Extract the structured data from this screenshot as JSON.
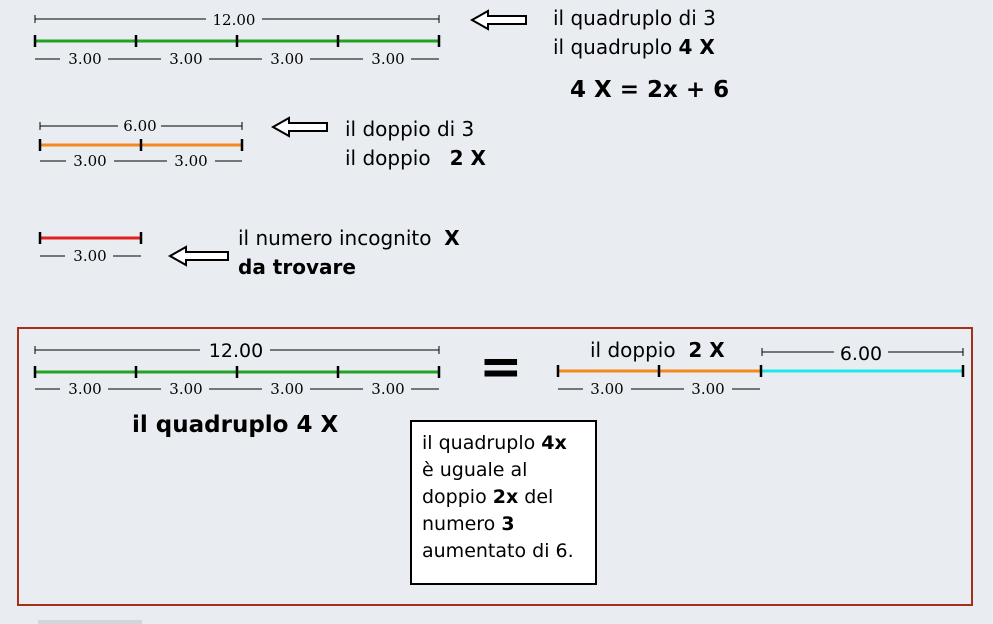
{
  "colors": {
    "background": "#e9edf1",
    "green": "#22a124",
    "orange": "#f5881c",
    "red": "#e32020",
    "cyan": "#20e8e8",
    "frame": "#a3301b"
  },
  "diagram": {
    "quadruple_section": {
      "total_label": "12.00",
      "segment_labels": [
        "3.00",
        "3.00",
        "3.00",
        "3.00"
      ],
      "text_line1": "il quadruplo di 3",
      "text_line2_prefix": "il quadruplo ",
      "text_line2_bold": "4 X",
      "equation": "4 X = 2x + 6"
    },
    "double_section": {
      "total_label": "6.00",
      "segment_labels": [
        "3.00",
        "3.00"
      ],
      "text_line1": "il doppio di 3",
      "text_line2_prefix": "il doppio ",
      "text_line2_bold": "2 X"
    },
    "unknown_section": {
      "segment_label": "3.00",
      "text_line1_prefix": "il numero incognito ",
      "text_line1_bold": "X",
      "text_line2": "da trovare"
    },
    "comparison": {
      "left_total": "12.00",
      "left_segments": [
        "3.00",
        "3.00",
        "3.00",
        "3.00"
      ],
      "left_caption": "il quadruplo 4 X",
      "equals_sign": "=",
      "right_title_prefix": "il doppio ",
      "right_title_bold": "2 X",
      "right_segments": [
        "3.00",
        "3.00"
      ],
      "right_extra_label": "6.00",
      "note": {
        "line1_prefix": "il quadruplo ",
        "line1_bold": "4x",
        "line2": "è uguale al",
        "line3_prefix": "doppio ",
        "line3_bold": "2x",
        "line3_suffix": " del",
        "line4_prefix": "numero ",
        "line4_bold": "3",
        "line5": "aumentato di 6."
      }
    }
  }
}
